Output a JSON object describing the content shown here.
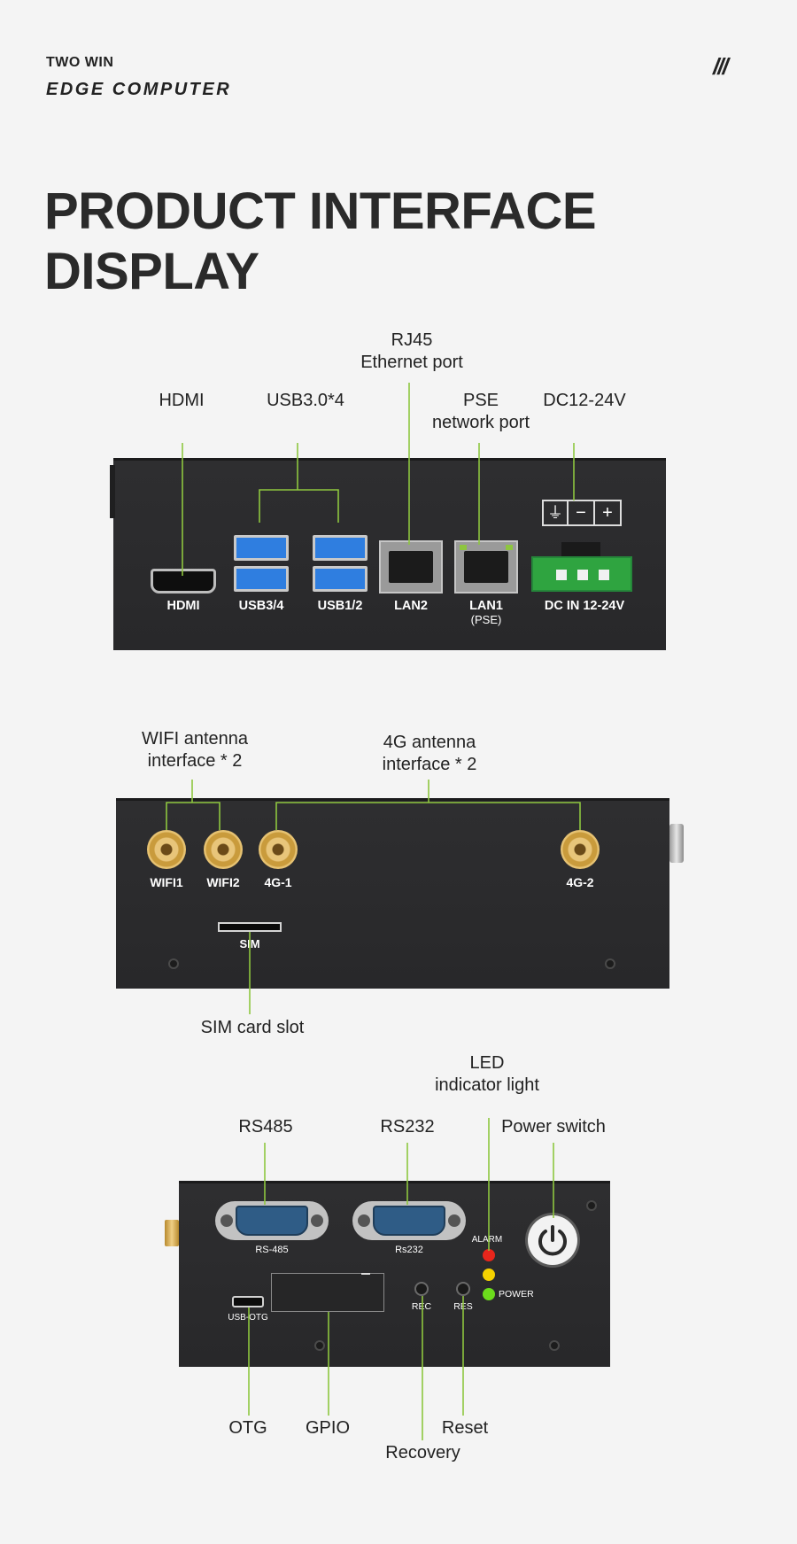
{
  "brand": {
    "line1": "TWO WIN",
    "line2": "EDGE COMPUTER",
    "mark": "///"
  },
  "title": {
    "line1": "PRODUCT INTERFACE",
    "line2": "DISPLAY"
  },
  "accent_color": "#8ec63f",
  "panel1": {
    "callouts": {
      "hdmi": "HDMI",
      "usb": "USB3.0*4",
      "rj45_line1": "RJ45",
      "rj45_line2": "Ethernet port",
      "pse_line1": "PSE",
      "pse_line2": "network port",
      "dc": "DC12-24V"
    },
    "labels": {
      "hdmi": "HDMI",
      "usb34": "USB3/4",
      "usb12": "USB1/2",
      "lan2": "LAN2",
      "lan1": "LAN1",
      "lan1_sub": "(PSE)",
      "dc": "DC IN 12-24V"
    },
    "terminal_symbols": [
      "⏚",
      "−",
      "+"
    ]
  },
  "panel2": {
    "callouts": {
      "wifi_line1": "WIFI antenna",
      "wifi_line2": "interface * 2",
      "g4_line1": "4G antenna",
      "g4_line2": "interface * 2",
      "sim": "SIM card slot"
    },
    "labels": {
      "wifi1": "WIFI1",
      "wifi2": "WIFI2",
      "g41": "4G-1",
      "g42": "4G-2",
      "sim": "SIM"
    }
  },
  "panel3": {
    "callouts": {
      "led_line1": "LED",
      "led_line2": "indicator light",
      "rs485": "RS485",
      "rs232": "RS232",
      "power_switch": "Power switch",
      "otg": "OTG",
      "gpio": "GPIO",
      "recovery": "Recovery",
      "reset": "Reset"
    },
    "labels": {
      "rs485": "RS-485",
      "rs232": "Rs232",
      "alarm": "ALARM",
      "power": "POWER",
      "usb_otg": "USB-OTG",
      "rec": "REC",
      "res": "RES"
    },
    "led_colors": {
      "alarm": "#e8261c",
      "middle": "#f5d200",
      "power": "#6cdc1c"
    }
  }
}
